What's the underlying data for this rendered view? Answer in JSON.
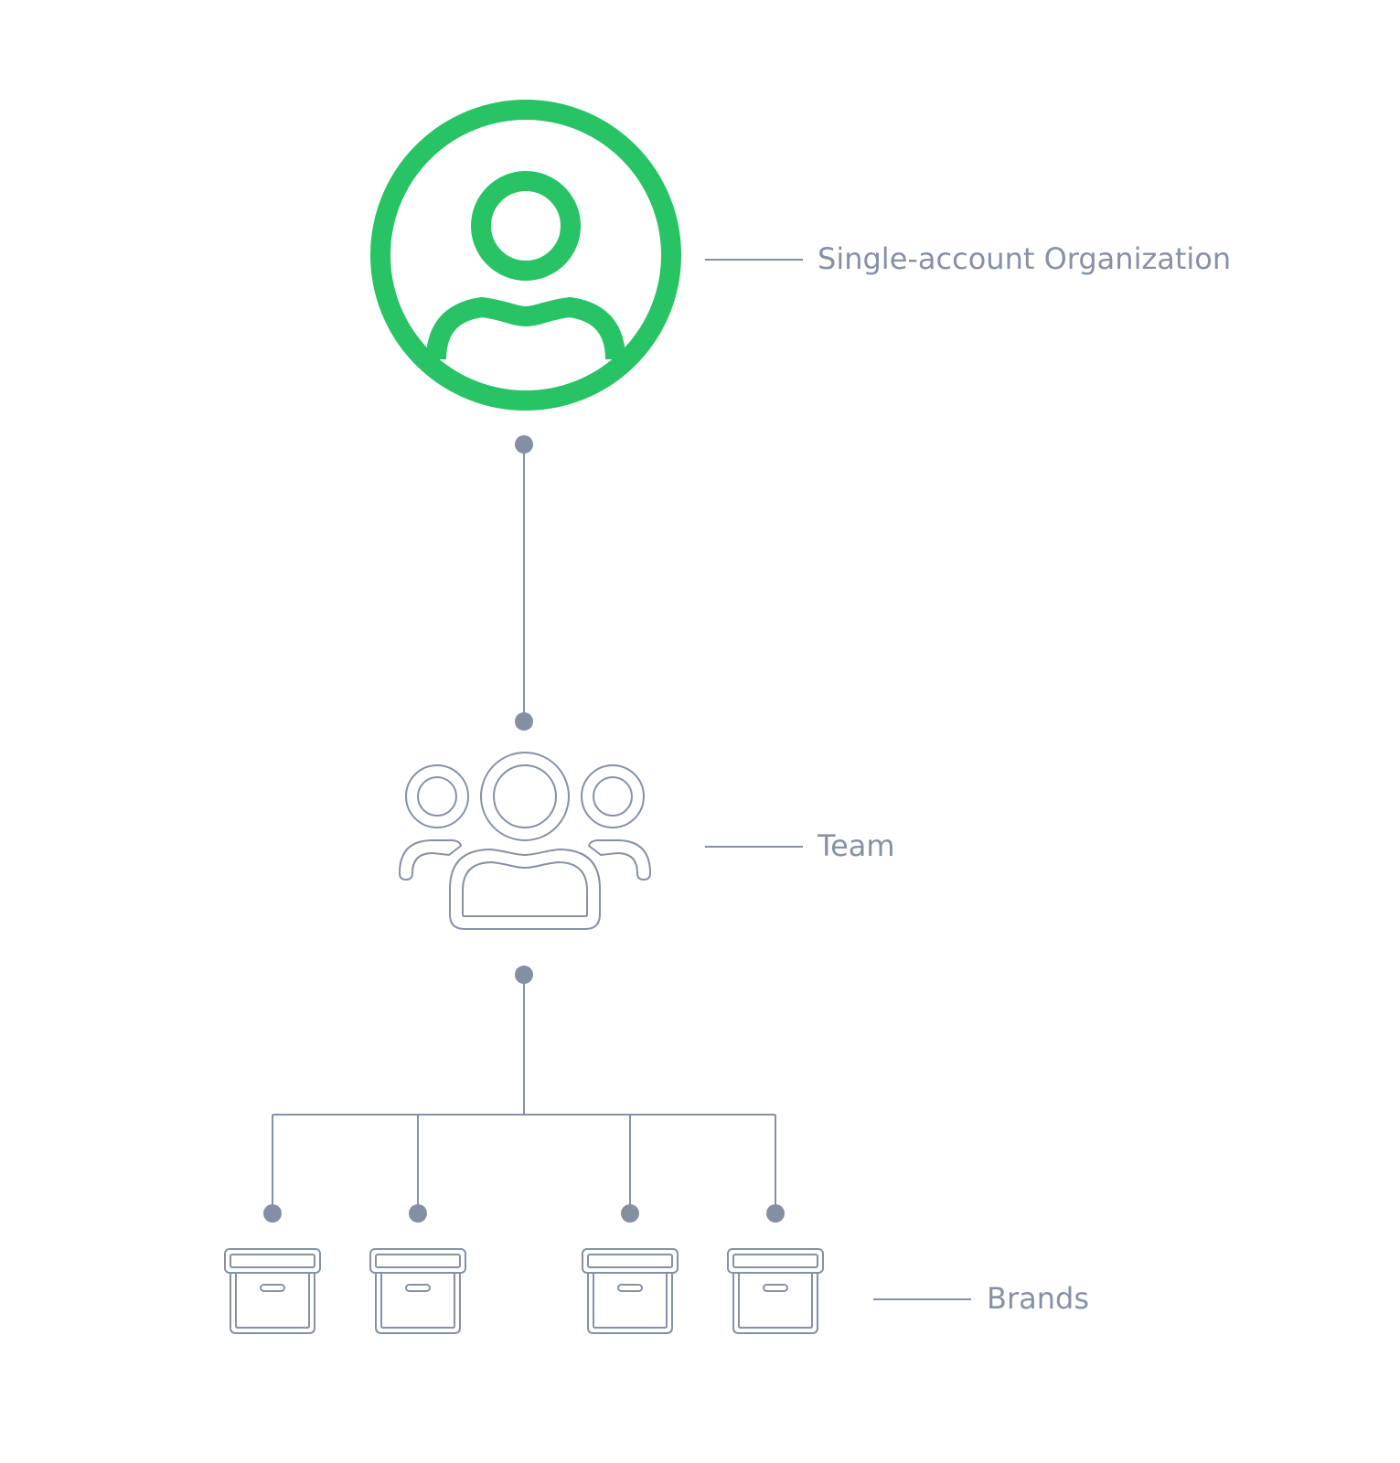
{
  "diagram": {
    "labels": {
      "organization": "Single-account Organization",
      "team": "Team",
      "brands": "Brands"
    },
    "nodes": [
      {
        "id": "organization",
        "icon": "user-circle-icon"
      },
      {
        "id": "team",
        "icon": "team-group-icon"
      },
      {
        "id": "brand-1",
        "icon": "archive-box-icon"
      },
      {
        "id": "brand-2",
        "icon": "archive-box-icon"
      },
      {
        "id": "brand-3",
        "icon": "archive-box-icon"
      },
      {
        "id": "brand-4",
        "icon": "archive-box-icon"
      }
    ],
    "edges": [
      {
        "from": "organization",
        "to": "team"
      },
      {
        "from": "team",
        "to": "brand-1"
      },
      {
        "from": "team",
        "to": "brand-2"
      },
      {
        "from": "team",
        "to": "brand-3"
      },
      {
        "from": "team",
        "to": "brand-4"
      }
    ],
    "colors": {
      "accent": "#27c364",
      "stroke": "#8691a4",
      "label": "#8691a4",
      "dot": "#858fa3"
    }
  }
}
